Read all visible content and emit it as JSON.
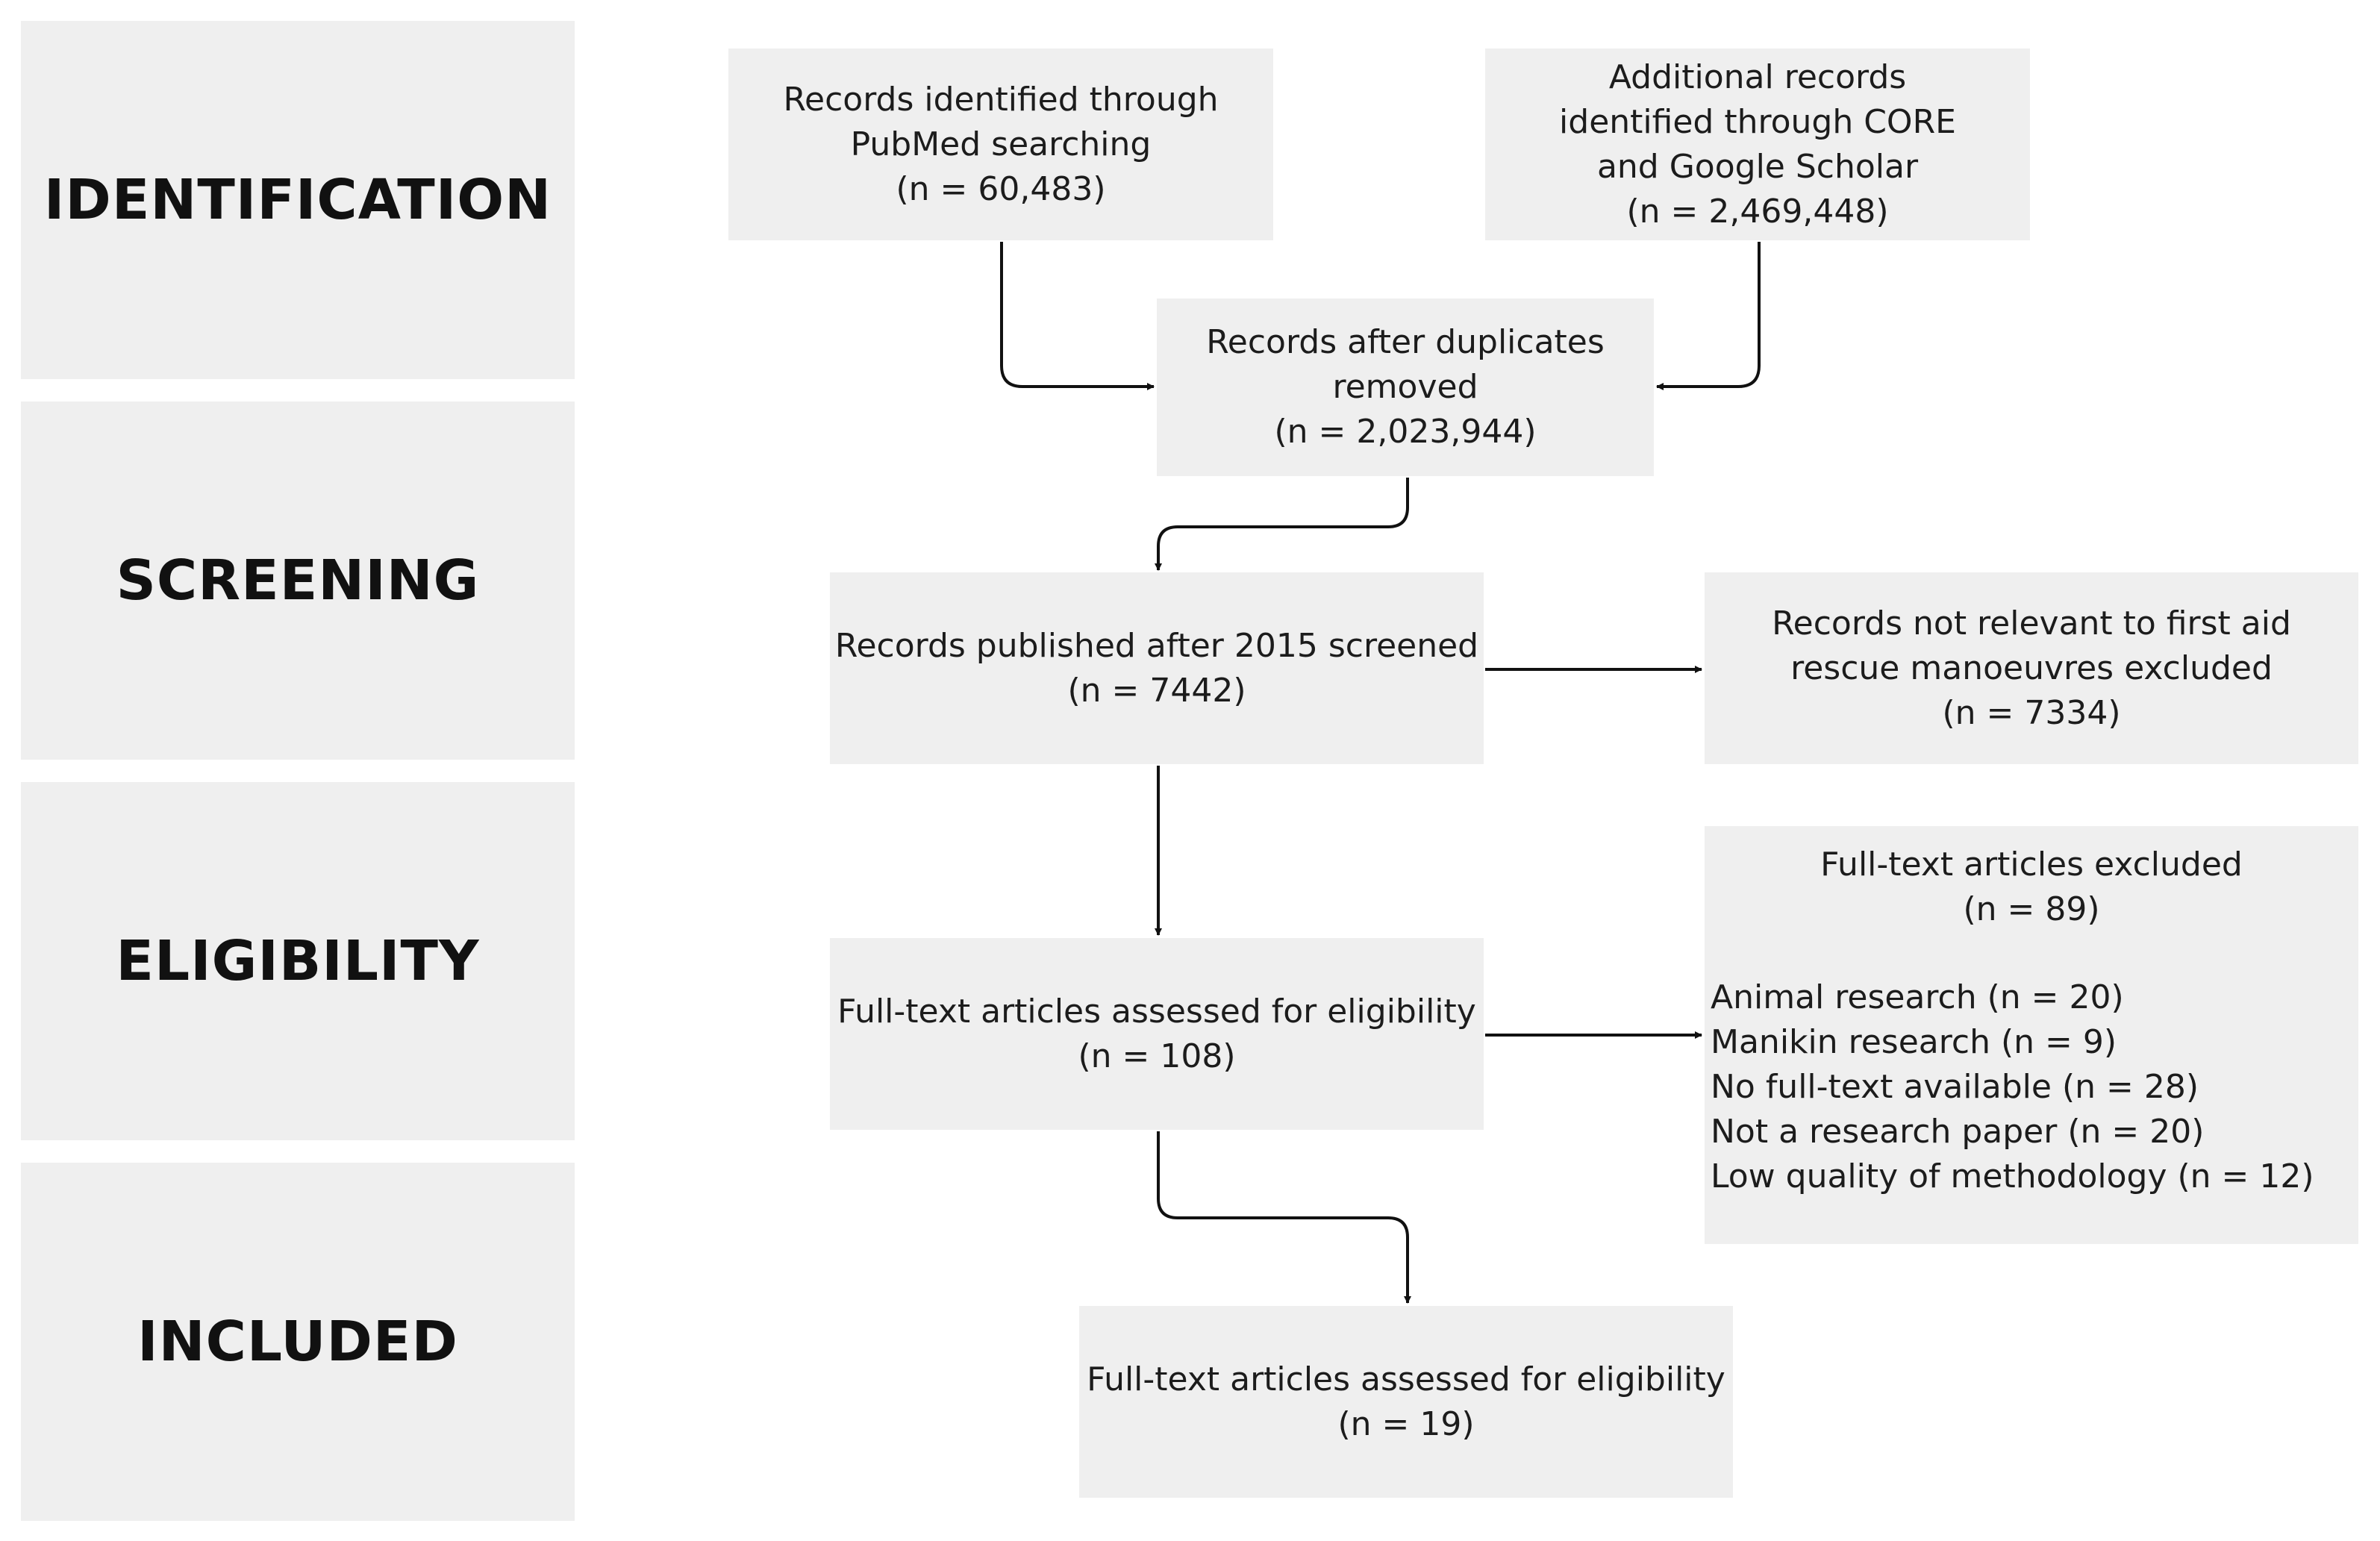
{
  "stages": {
    "identification": "IDENTIFICATION",
    "screening": "SCREENING",
    "eligibility": "ELIGIBILITY",
    "included": "INCLUDED"
  },
  "boxes": {
    "pubmed": {
      "lines": [
        "Records identified through",
        "PubMed searching",
        "(n = 60,483)"
      ]
    },
    "additional": {
      "lines": [
        "Additional records",
        "identified through CORE",
        "and Google Scholar",
        "(n = 2,469,448)"
      ]
    },
    "deduplicated": {
      "lines": [
        "Records after duplicates",
        "removed",
        "(n = 2,023,944)"
      ]
    },
    "screened": {
      "lines": [
        "Records published after 2015 screened",
        "(n = 7442)"
      ]
    },
    "not_relevant": {
      "lines": [
        "Records not relevant to first aid",
        "rescue manoeuvres excluded",
        "(n = 7334)"
      ]
    },
    "assessed": {
      "lines": [
        "Full-text articles assessed for eligibility",
        "(n = 108)"
      ]
    },
    "excluded": {
      "header": [
        "Full-text articles excluded",
        "(n = 89)"
      ],
      "reasons": [
        "Animal research (n = 20)",
        "Manikin research (n = 9)",
        "No full-text available (n = 28)",
        "Not a research paper (n = 20)",
        "Low quality of methodology (n = 12)"
      ]
    },
    "included": {
      "lines": [
        "Full-text articles assessed for eligibility",
        "(n = 19)"
      ]
    }
  }
}
